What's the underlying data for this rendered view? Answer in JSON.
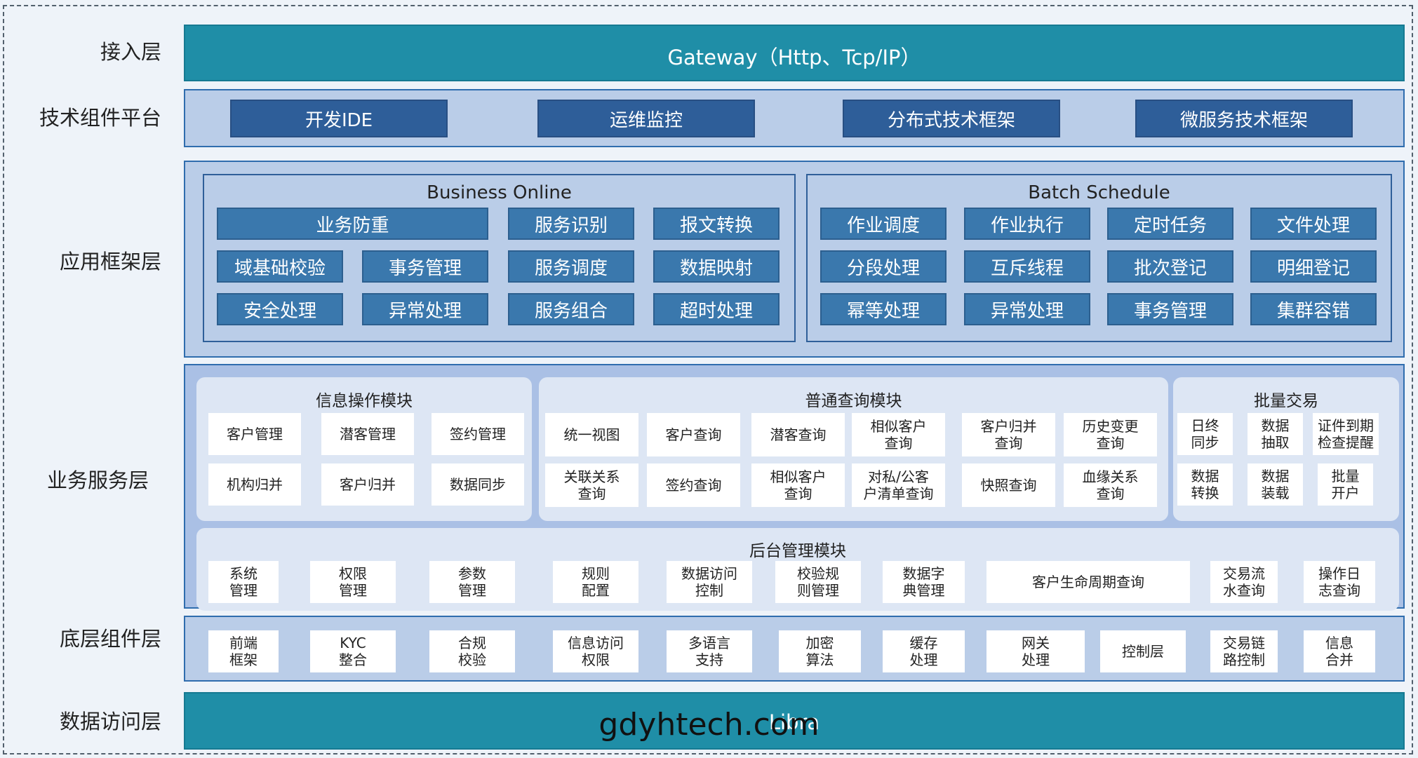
{
  "layers": {
    "access": "接入层",
    "tech_platform": "技术组件平台",
    "app_framework": "应用框架层",
    "business_service": "业务服务层",
    "base_component": "底层组件层",
    "data_access": "数据访问层"
  },
  "gateway": "Gateway（Http、Tcp/IP）",
  "tech_components": [
    "开发IDE",
    "运维监控",
    "分布式技术框架",
    "微服务技术框架"
  ],
  "business_online": {
    "title": "Business Online",
    "items": [
      "业务防重",
      "服务识别",
      "报文转换",
      "域基础校验",
      "事务管理",
      "服务调度",
      "数据映射",
      "安全处理",
      "异常处理",
      "服务组合",
      "超时处理"
    ]
  },
  "batch_schedule": {
    "title": "Batch Schedule",
    "items": [
      "作业调度",
      "作业执行",
      "定时任务",
      "文件处理",
      "分段处理",
      "互斥线程",
      "批次登记",
      "明细登记",
      "幂等处理",
      "异常处理",
      "事务管理",
      "集群容错"
    ]
  },
  "info_module": {
    "title": "信息操作模块",
    "items": [
      "客户管理",
      "潜客管理",
      "签约管理",
      "机构归并",
      "客户归并",
      "数据同步"
    ]
  },
  "query_module": {
    "title": "普通查询模块",
    "items": [
      "统一视图",
      "客户查询",
      "潜客查询",
      "相似客户\n查询",
      "客户归并\n查询",
      "历史变更\n查询",
      "关联关系\n查询",
      "签约查询",
      "相似客户\n查询",
      "对私/公客\n户清单查询",
      "快照查询",
      "血缘关系\n查询"
    ]
  },
  "batch_module": {
    "title": "批量交易",
    "items": [
      "日终\n同步",
      "数据\n抽取",
      "证件到期\n检查提醒",
      "数据\n转换",
      "数据\n装载",
      "批量\n开户"
    ]
  },
  "admin_module": {
    "title": "后台管理模块",
    "items": [
      "系统\n管理",
      "权限\n管理",
      "参数\n管理",
      "规则\n配置",
      "数据访问\n控制",
      "校验规\n则管理",
      "数据字\n典管理",
      "客户生命周期查询",
      "交易流\n水查询",
      "操作日\n志查询"
    ]
  },
  "base_components": [
    "前端\n框架",
    "KYC\n整合",
    "合规\n校验",
    "信息访问\n权限",
    "多语言\n支持",
    "加密\n算法",
    "缓存\n处理",
    "网关\n处理",
    "控制层",
    "交易链\n路控制",
    "信息\n合并"
  ],
  "data_access_label": "Libra",
  "watermark": "gdyhtech.com"
}
